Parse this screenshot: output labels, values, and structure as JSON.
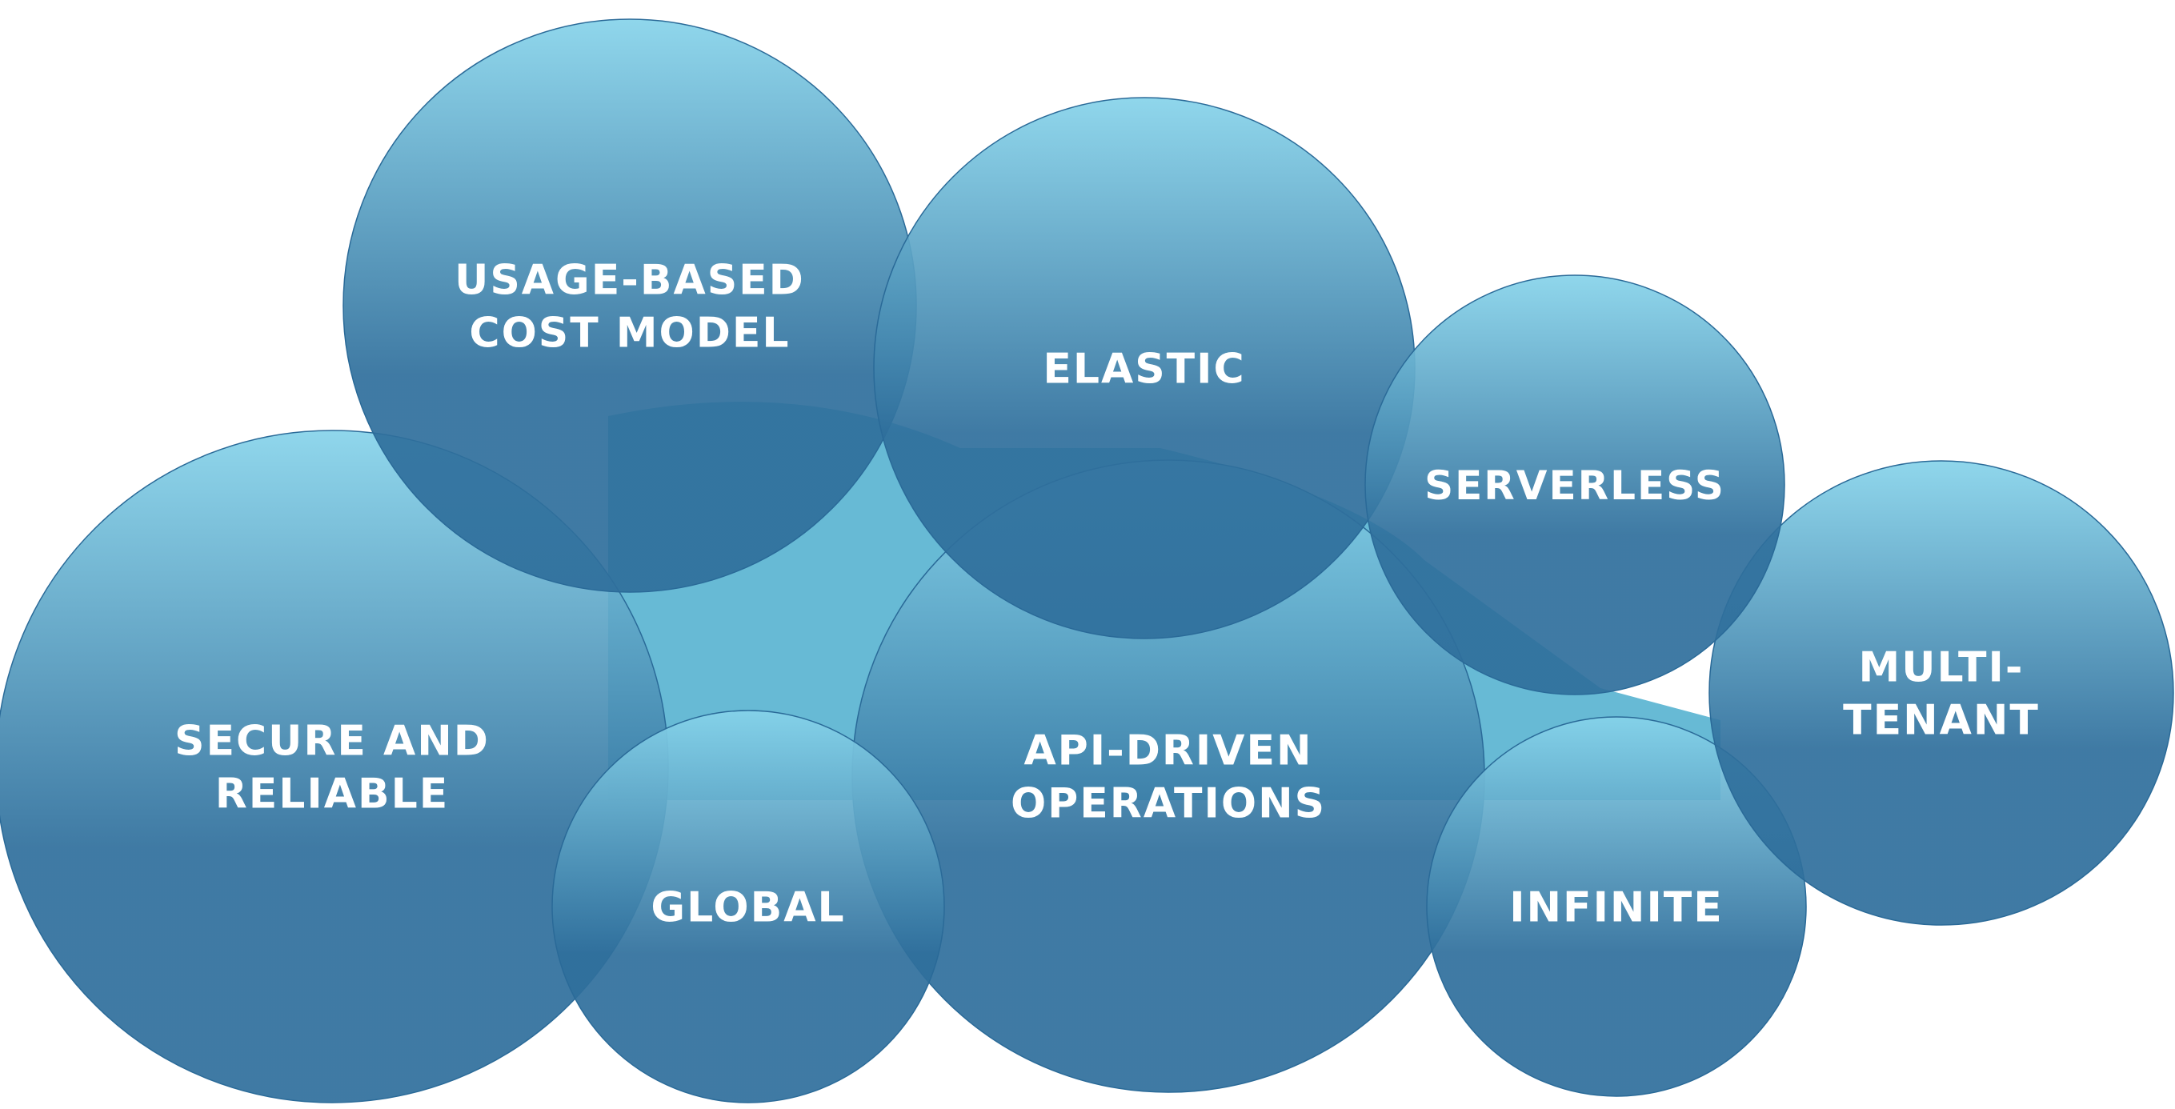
{
  "diagram": {
    "gradient": {
      "top_color": "#86d3ea",
      "bottom_color": "#2f6f9c"
    },
    "filler_color": "#67bad5",
    "bubbles": [
      {
        "id": "usage-based-cost-model",
        "lines": [
          "USAGE-BASED",
          "COST MODEL"
        ]
      },
      {
        "id": "elastic",
        "lines": [
          "ELASTIC"
        ]
      },
      {
        "id": "serverless",
        "lines": [
          "SERVERLESS"
        ]
      },
      {
        "id": "secure-and-reliable",
        "lines": [
          "SECURE AND",
          "RELIABLE"
        ]
      },
      {
        "id": "global",
        "lines": [
          "GLOBAL"
        ]
      },
      {
        "id": "api-driven-operations",
        "lines": [
          "API-DRIVEN",
          "OPERATIONS"
        ]
      },
      {
        "id": "infinite",
        "lines": [
          "INFINITE"
        ]
      },
      {
        "id": "multi-tenant",
        "lines": [
          "MULTI-",
          "TENANT"
        ]
      }
    ]
  }
}
